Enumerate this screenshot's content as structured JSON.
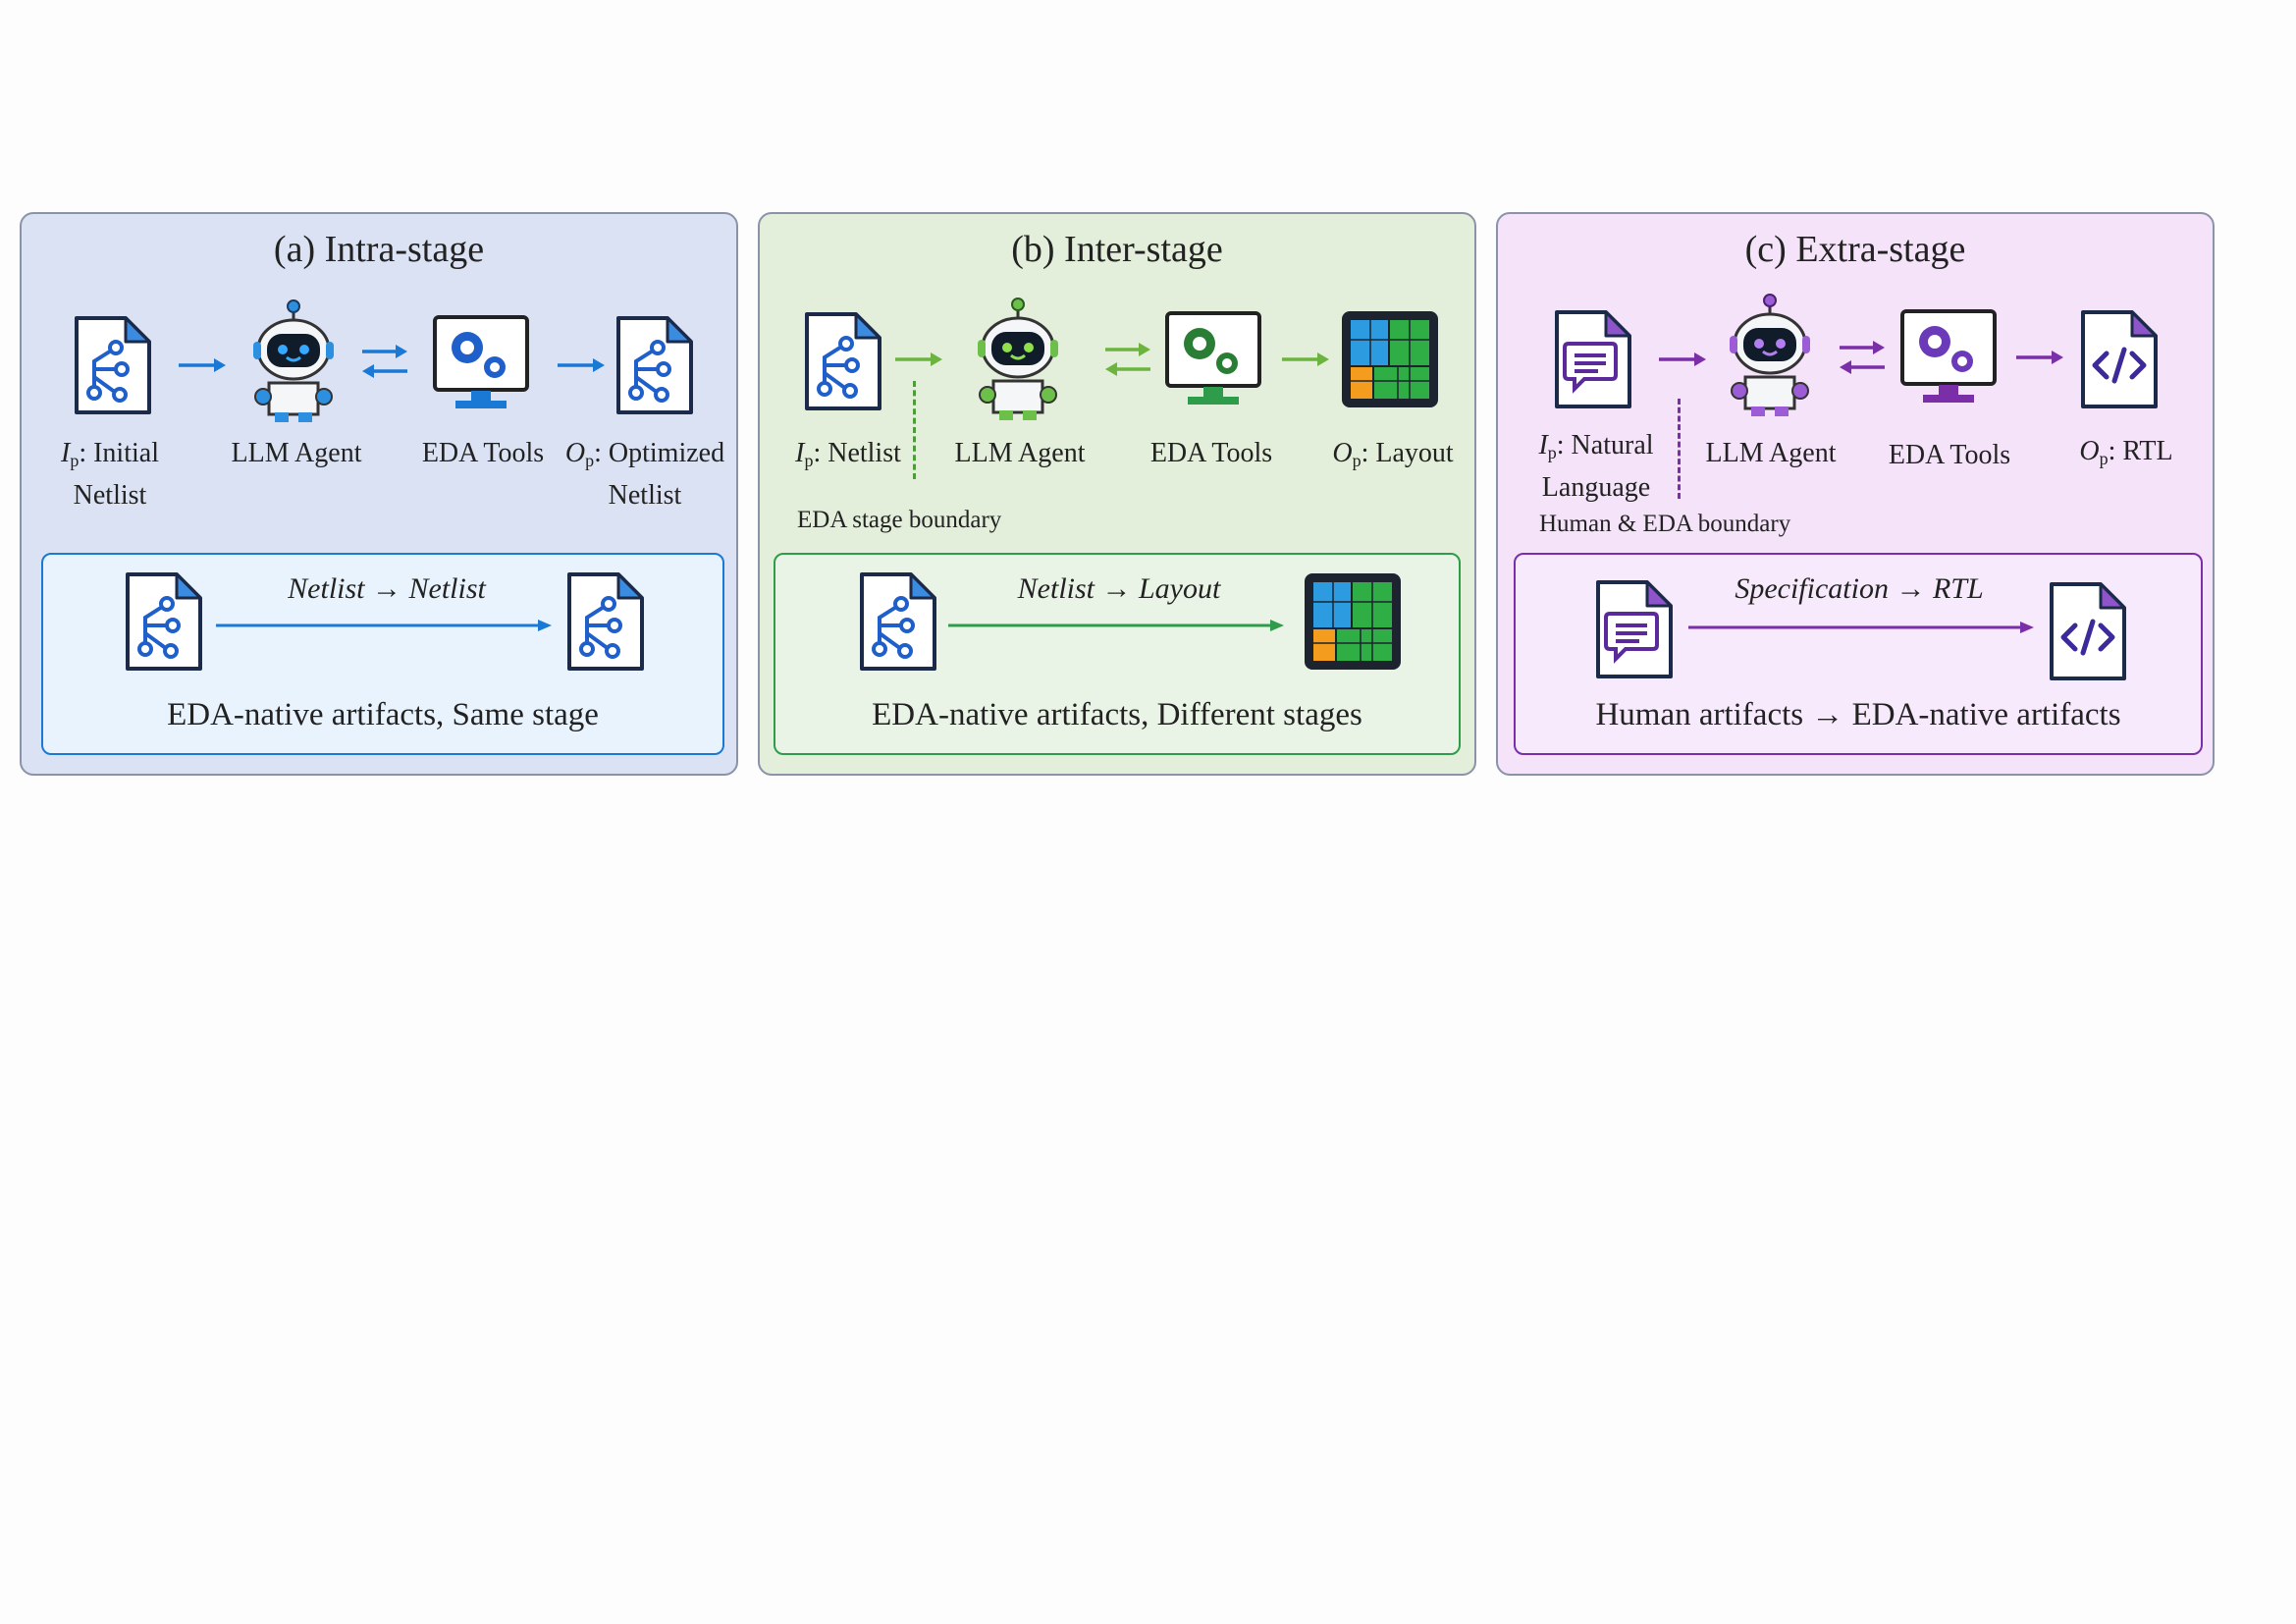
{
  "colors": {
    "panel_a_bg": "#dbe2f3",
    "panel_b_bg": "#e3efda",
    "panel_c_bg": "#f4e3f9",
    "accent_a": "#1a79d4",
    "accent_b": "#2e9c4a",
    "accent_c": "#7a2ea8",
    "arrow_b": "#6db33f"
  },
  "panels": [
    {
      "title": "(a) Intra-stage",
      "input_sub": "p",
      "input_text": ": Initial",
      "input_text2": "Netlist",
      "agent": "LLM Agent",
      "tools": "EDA Tools",
      "output_sub": "p",
      "output_text": ": Optimized",
      "output_text2": "Netlist",
      "flow": "Netlist → Netlist",
      "desc": "EDA-native artifacts, Same stage"
    },
    {
      "title": "(b) Inter-stage",
      "input_sub": "p",
      "input_text": ": Netlist",
      "agent": "LLM Agent",
      "tools": "EDA Tools",
      "output_sub": "p",
      "output_text": ": Layout",
      "boundary": "EDA stage boundary",
      "flow": "Netlist → Layout",
      "desc": "EDA-native artifacts, Different stages"
    },
    {
      "title": "(c) Extra-stage",
      "input_sub": "p",
      "input_text": ": Natural",
      "input_text2": "Language",
      "agent": "LLM Agent",
      "tools": "EDA Tools",
      "output_sub": "p",
      "output_text": ": RTL",
      "boundary": "Human & EDA boundary",
      "flow": "Specification → RTL",
      "desc": "Human artifacts → EDA-native artifacts"
    }
  ]
}
